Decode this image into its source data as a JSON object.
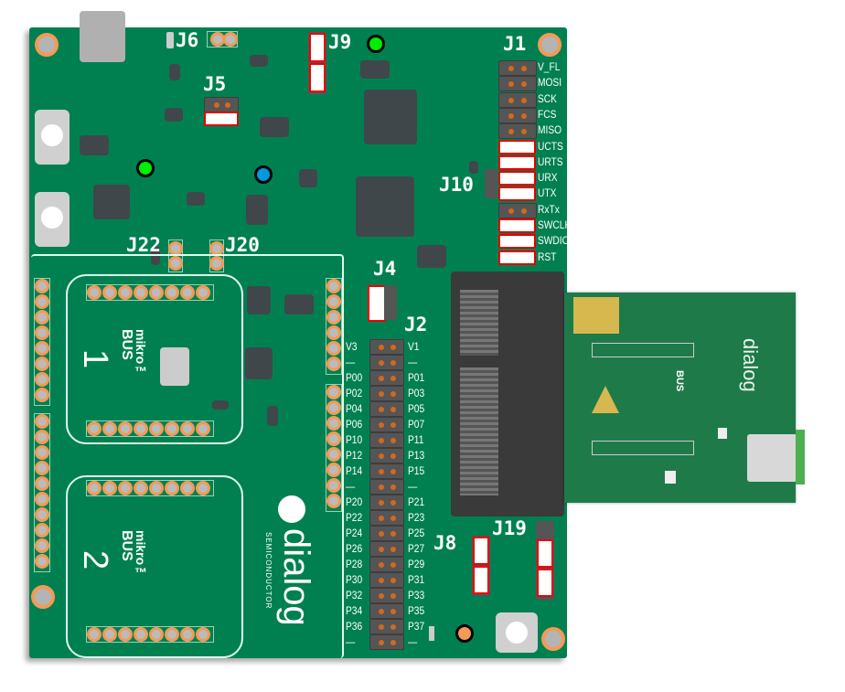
{
  "board": {
    "brand": "dialog",
    "brand_sub": "SEMICONDUCTOR",
    "colors": {
      "pcb": "#008050",
      "pad": "#f39a55",
      "jumper_border": "#e00000"
    }
  },
  "connectors": {
    "j1": "J1",
    "j2": "J2",
    "j4": "J4",
    "j5": "J5",
    "j6": "J6",
    "j8": "J8",
    "j9": "J9",
    "j10": "J10",
    "j19": "J19",
    "j20": "J20",
    "j22": "J22"
  },
  "j1_rows": [
    {
      "label": "V_FL",
      "fitted": false
    },
    {
      "label": "MOSI",
      "fitted": false
    },
    {
      "label": "SCK",
      "fitted": false
    },
    {
      "label": "FCS",
      "fitted": false
    },
    {
      "label": "MISO",
      "fitted": false
    },
    {
      "label": "UCTS",
      "fitted": true
    },
    {
      "label": "URTS",
      "fitted": true
    },
    {
      "label": "URX",
      "fitted": true
    },
    {
      "label": "UTX",
      "fitted": true
    },
    {
      "label": "RxTx",
      "fitted": false
    },
    {
      "label": "SWCLK",
      "fitted": true
    },
    {
      "label": "SWDIO",
      "fitted": true
    },
    {
      "label": "RST",
      "fitted": true
    }
  ],
  "j2_rows": [
    {
      "left": "V3",
      "right": "V1"
    },
    {
      "left": "—",
      "right": "—"
    },
    {
      "left": "P00",
      "right": "P01"
    },
    {
      "left": "P02",
      "right": "P03"
    },
    {
      "left": "P04",
      "right": "P05"
    },
    {
      "left": "P06",
      "right": "P07"
    },
    {
      "left": "P10",
      "right": "P11"
    },
    {
      "left": "P12",
      "right": "P13"
    },
    {
      "left": "P14",
      "right": "P15"
    },
    {
      "left": "—",
      "right": "—"
    },
    {
      "left": "P20",
      "right": "P21"
    },
    {
      "left": "P22",
      "right": "P23"
    },
    {
      "left": "P24",
      "right": "P25"
    },
    {
      "left": "P26",
      "right": "P27"
    },
    {
      "left": "P28",
      "right": "P29"
    },
    {
      "left": "P30",
      "right": "P31"
    },
    {
      "left": "P32",
      "right": "P33"
    },
    {
      "left": "P34",
      "right": "P35"
    },
    {
      "left": "P36",
      "right": "P37"
    },
    {
      "left": "—",
      "right": "—"
    }
  ],
  "mikrobus": [
    {
      "number": "1",
      "label_top": "mikro™",
      "label_bottom": "BUS"
    },
    {
      "number": "2",
      "label_top": "mikro™",
      "label_bottom": "BUS"
    }
  ],
  "leds": [
    {
      "name": "led-green-top",
      "color": "#00ee00"
    },
    {
      "name": "led-green-left",
      "color": "#00ee00"
    },
    {
      "name": "led-blue",
      "color": "#0099dd"
    },
    {
      "name": "led-orange",
      "color": "#f39a55"
    }
  ],
  "daughterboard": {
    "brand": "dialog",
    "mikrobus_number_label": "BUS"
  }
}
